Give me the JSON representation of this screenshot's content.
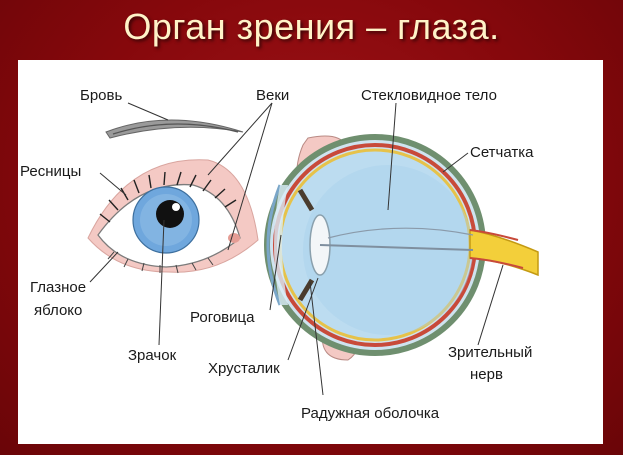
{
  "title": "Орган зрения – глаза.",
  "labels": {
    "brow": "Бровь",
    "lids": "Веки",
    "vitreous": "Стекловидное тело",
    "lashes": "Ресницы",
    "retina": "Сетчатка",
    "eyeball_1": "Глазное",
    "eyeball_2": "яблоко",
    "cornea": "Роговица",
    "optic_1": "Зрительный",
    "optic_2": "нерв",
    "pupil": "Зрачок",
    "lens": "Хрусталик",
    "iris": "Радужная оболочка"
  },
  "colors": {
    "background": "#86080c",
    "title": "#fff3c8",
    "iris": "#6fa7dd",
    "vitreous": "#bcdcf0",
    "retina": "#e07a5a",
    "optic_nerve": "#f3cf3a"
  }
}
